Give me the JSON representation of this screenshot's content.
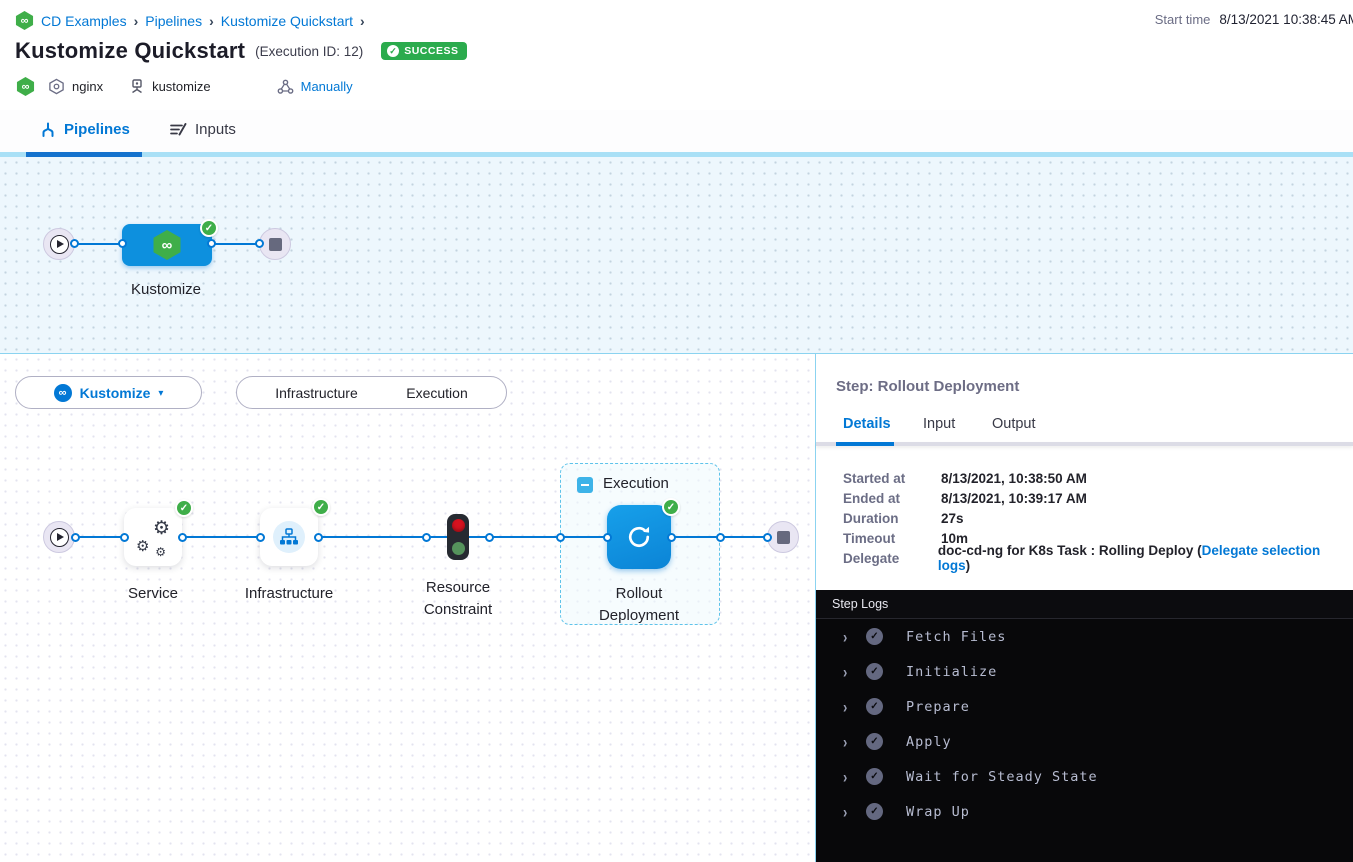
{
  "colors": {
    "primary": "#0278d5",
    "success_badge": "#2bab4d",
    "check_green": "#3fae49",
    "node_blue": "#0d90de",
    "canvas_tint": "#edf7fd"
  },
  "icons": {
    "infinity": "∞",
    "check": "✓",
    "caret_down": "▾",
    "breadcrumb_separator": "›",
    "chevron_right": "›",
    "gear": "⚙"
  },
  "header": {
    "breadcrumb": {
      "items": [
        "CD Examples",
        "Pipelines",
        "Kustomize Quickstart"
      ]
    },
    "title": "Kustomize Quickstart",
    "execution_id": "(Execution ID: 12)",
    "status_badge": "SUCCESS",
    "start_time_label": "Start time",
    "start_time_value": "8/13/2021 10:38:45 AM",
    "meta": {
      "service": "nginx",
      "stage": "kustomize",
      "trigger": "Manually"
    }
  },
  "tabbar": {
    "pipelines": "Pipelines",
    "inputs": "Inputs"
  },
  "pipeline_graph": {
    "node_label": "Kustomize"
  },
  "stage_view": {
    "stage_selector_label": "Kustomize",
    "toggle": {
      "infrastructure": "Infrastructure",
      "execution": "Execution"
    },
    "group_label": "Execution",
    "nodes": {
      "service": "Service",
      "infrastructure": "Infrastructure",
      "resource_constraint": "Resource Constraint",
      "rollout": "Rollout Deployment"
    }
  },
  "details_panel": {
    "title": "Step: Rollout Deployment",
    "tabs": {
      "details": "Details",
      "input": "Input",
      "output": "Output"
    },
    "fields": [
      {
        "label": "Started at",
        "value": "8/13/2021, 10:38:50 AM"
      },
      {
        "label": "Ended at",
        "value": "8/13/2021, 10:39:17 AM"
      },
      {
        "label": "Duration",
        "value": "27s"
      },
      {
        "label": "Timeout",
        "value": "10m"
      },
      {
        "label": "Delegate",
        "value": "doc-cd-ng for K8s Task : Rolling Deploy (",
        "link": "Delegate selection logs",
        "suffix": ")"
      }
    ]
  },
  "logs": {
    "title": "Step Logs",
    "entries": [
      "Fetch Files",
      "Initialize",
      "Prepare",
      "Apply",
      "Wait for Steady State",
      "Wrap Up"
    ]
  }
}
